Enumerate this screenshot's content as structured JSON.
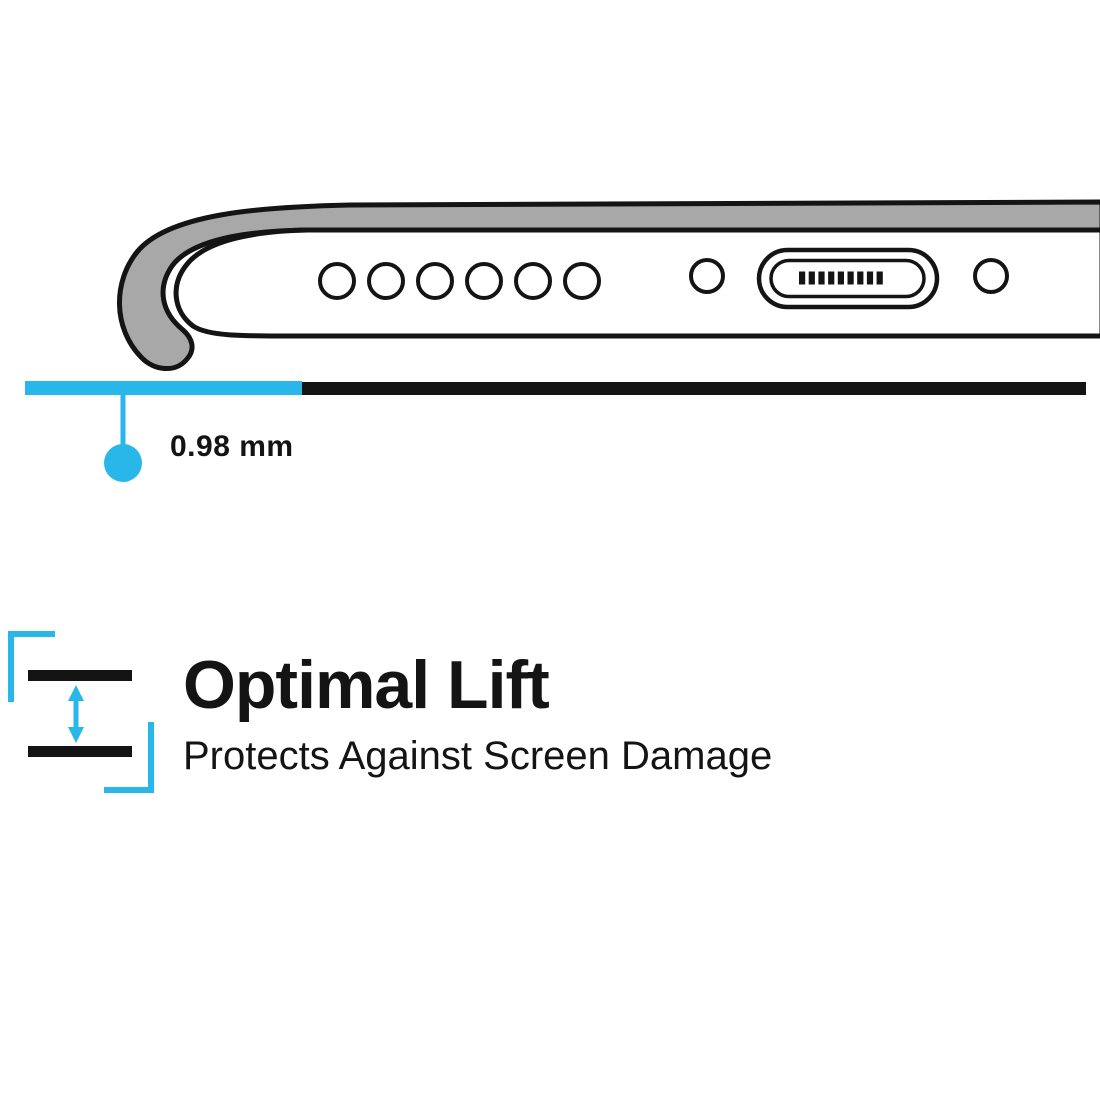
{
  "colors": {
    "accent": "#29b6e8",
    "ink": "#141414",
    "case_gray": "#a8a8a8",
    "phone_white": "#ffffff",
    "page_bg": "#ffffff"
  },
  "measurement": {
    "value": "0.98 mm"
  },
  "feature": {
    "title": "Optimal Lift",
    "subtitle": "Protects Against Screen Damage"
  },
  "diagram": {
    "name": "phone-bottom-edge-in-case",
    "speaker_holes": 6,
    "elements": [
      "case-lip",
      "speaker-holes",
      "screw-hole-left",
      "charging-port",
      "charging-port-pins",
      "screw-hole-right",
      "lift-gap-bar",
      "gap-pointer"
    ]
  },
  "icon": {
    "name": "lift-gap-icon"
  }
}
